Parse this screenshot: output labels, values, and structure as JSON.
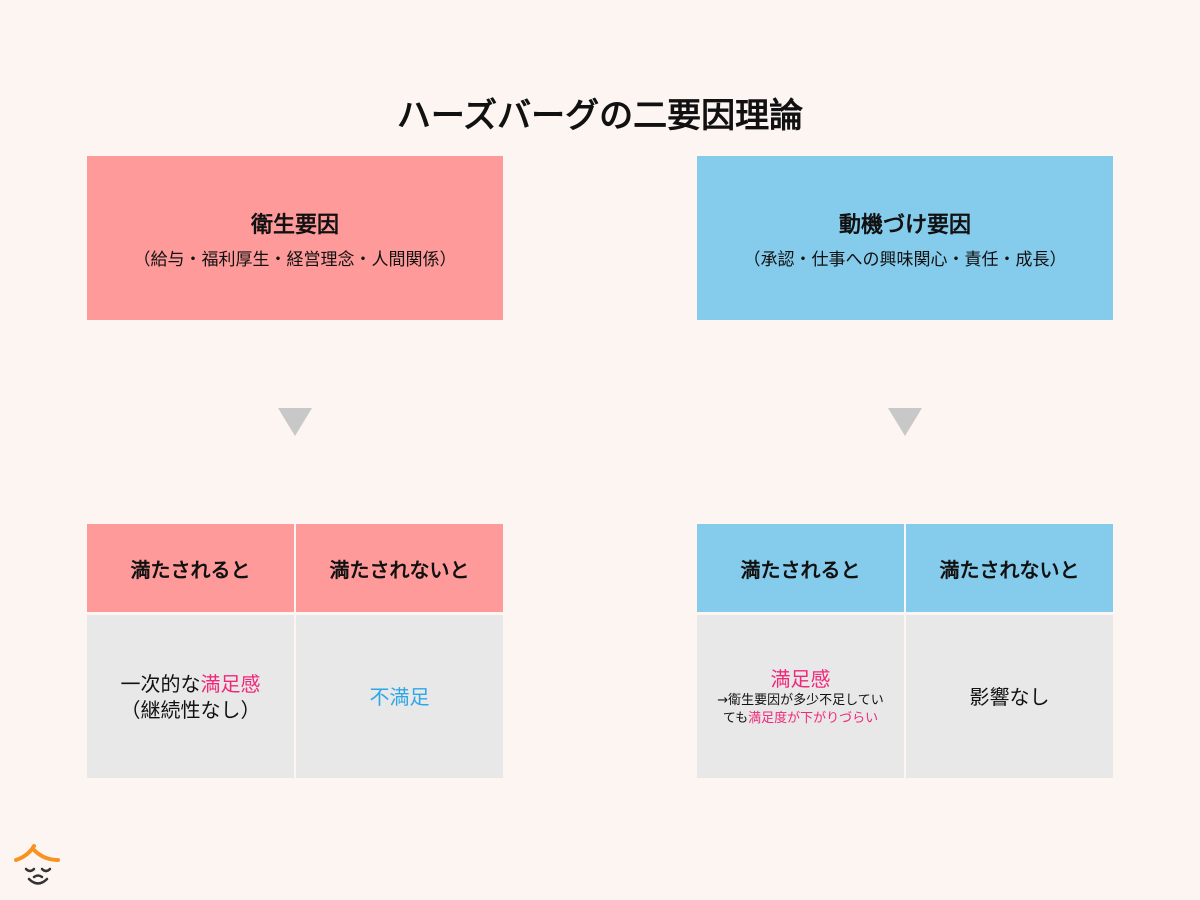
{
  "title": "ハーズバーグの二要因理論",
  "left": {
    "heading": "衛生要因",
    "sub": "（給与・福利厚生・経営理念・人間関係）",
    "col1": "満たされると",
    "col2": "満たされないと",
    "cell1_a": "一次的な",
    "cell1_b": "満足感",
    "cell1_c": "（継続性なし）",
    "cell2": "不満足"
  },
  "right": {
    "heading": "動機づけ要因",
    "sub": "（承認・仕事への興味関心・責任・成長）",
    "col1": "満たされると",
    "col2": "満たされないと",
    "cell1_a": "満足感",
    "cell1_b": "→衛生要因が多少不足してい",
    "cell1_c": "ても",
    "cell1_d": "満足度が下がりづらい",
    "cell2": "影響なし"
  },
  "colors": {
    "pink": "#ff9a9a",
    "blue": "#85cbeb",
    "accent": "#f0287a",
    "blue_text": "#2ea7e8"
  }
}
